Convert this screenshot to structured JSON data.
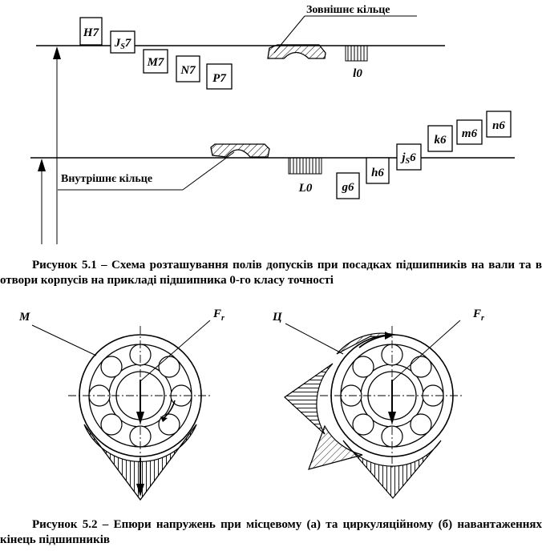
{
  "figure1": {
    "outer_ring_label": "Зовнішнє кільце",
    "inner_ring_label": "Внутрішнє кільце",
    "housing_fits": [
      {
        "main": "H",
        "sub": "",
        "tail": "7"
      },
      {
        "main": "J",
        "sub": "S",
        "tail": "7"
      },
      {
        "main": "M",
        "sub": "",
        "tail": "7"
      },
      {
        "main": "N",
        "sub": "",
        "tail": "7"
      },
      {
        "main": "P",
        "sub": "",
        "tail": "7"
      }
    ],
    "shaft_fits": [
      {
        "main": "g",
        "sub": "",
        "tail": "6"
      },
      {
        "main": "h",
        "sub": "",
        "tail": "6"
      },
      {
        "main": "j",
        "sub": "S",
        "tail": "6"
      },
      {
        "main": "k",
        "sub": "",
        "tail": "6"
      },
      {
        "main": "m",
        "sub": "",
        "tail": "6"
      },
      {
        "main": "n",
        "sub": "",
        "tail": "6"
      }
    ],
    "outer_bearing_field": "l0",
    "inner_bearing_field": "L0",
    "caption": "Рисунок 5.1 – Схема розташування полів допусків при посадках підшипників на вали та в отвори корпусів на прикладі підшипника 0-го класу точності"
  },
  "figure2": {
    "left_label": "M",
    "right_label": "Ц",
    "force_label": {
      "main": "F",
      "sub": "r"
    },
    "caption": "Рисунок 5.2 – Епюри напружень при місцевому (а) та циркуляційному (б) навантаженнях кінець підшипників"
  }
}
